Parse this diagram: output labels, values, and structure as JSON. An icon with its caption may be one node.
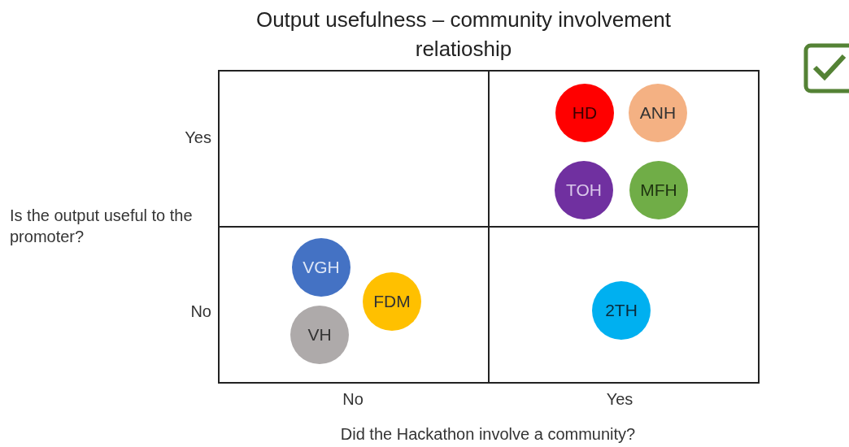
{
  "diagram": {
    "title": "Output usefulness – community involvement relatioship",
    "nodes": [
      {
        "text": [],
        "shape": "box"
      },
      {
        "text": [],
        "shape": "box"
      },
      {
        "text": [],
        "shape": "box"
      },
      {
        "text": [],
        "shape": "box"
      },
      {
        "text": [
          "HD"
        ],
        "in": 1
      },
      {
        "text": [
          "ANH"
        ],
        "in": 1
      },
      {
        "text": [
          "TOH"
        ],
        "in": 1
      },
      {
        "text": [
          "MFH"
        ],
        "in": 1
      },
      {
        "text": [
          "VGH"
        ],
        "in": 2
      },
      {
        "text": [
          "FDM"
        ],
        "in": 2
      },
      {
        "text": [
          "VH"
        ],
        "in": 2
      },
      {
        "text": [
          "2TH"
        ],
        "in": 3
      }
    ],
    "edges": [],
    "labels": [
      "Yes",
      "Is the output useful to the promoter?",
      "No",
      "No",
      "Yes",
      "Did the Hackathon involve a community?"
    ]
  }
}
